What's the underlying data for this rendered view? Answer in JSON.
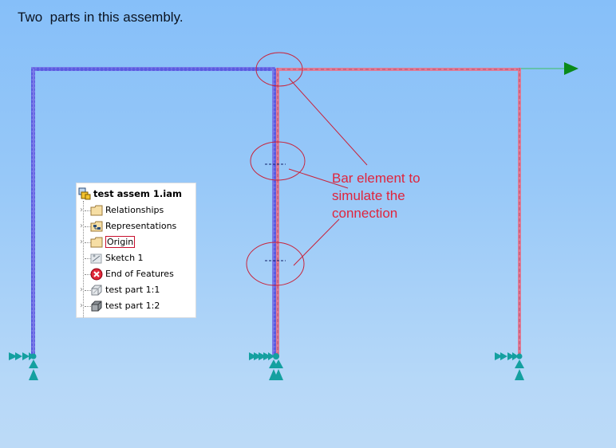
{
  "header": {
    "title": "Two  parts in this assembly."
  },
  "annotation": {
    "lines": [
      "Bar element to",
      "simulate the",
      "connection"
    ],
    "color": "#e0243c"
  },
  "browser": {
    "root": {
      "label": "test assem 1.iam",
      "icon": "assembly-icon"
    },
    "nodes": [
      {
        "label": "Relationships",
        "icon": "folder-icon",
        "expandable": true
      },
      {
        "label": "Representations",
        "icon": "representations-icon",
        "expandable": true
      },
      {
        "label": "Origin",
        "icon": "folder-icon",
        "expandable": true,
        "highlighted": true
      },
      {
        "label": "Sketch 1",
        "icon": "sketch-icon",
        "expandable": false
      },
      {
        "label": "End of Features",
        "icon": "end-of-features-icon",
        "expandable": false
      },
      {
        "label": "test part 1:1",
        "icon": "part-transparent-icon",
        "expandable": true
      },
      {
        "label": "test part 1:2",
        "icon": "part-solid-icon",
        "expandable": true
      }
    ]
  },
  "viewport": {
    "frame1_color": "#5555dd",
    "frame2_color": "#d9708a",
    "constraint_color": "#14a0a0",
    "axis_color": "#0a8a1a"
  }
}
